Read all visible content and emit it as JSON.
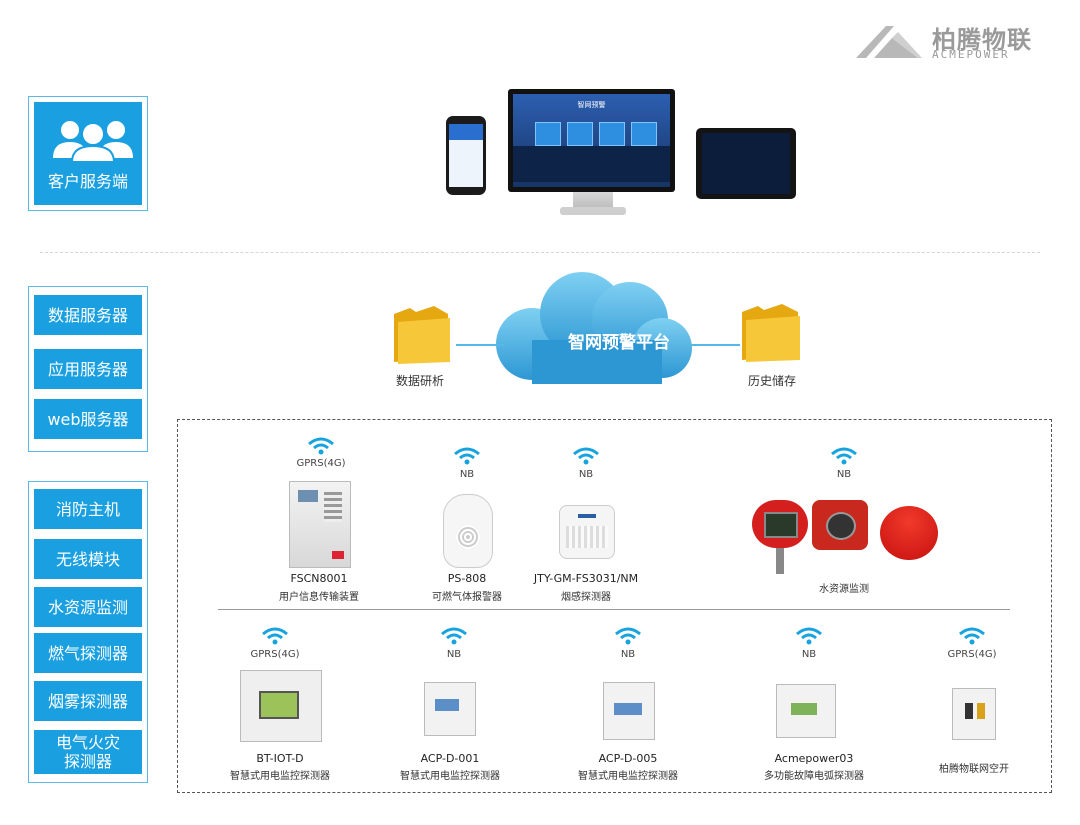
{
  "logo": {
    "name": "柏腾物联",
    "sub": "ACMEPOWER"
  },
  "client": {
    "label": "客户服务端",
    "icon": "users-icon"
  },
  "devices_top": [
    "phone",
    "monitor",
    "tablet"
  ],
  "monitor_title": "智网预警",
  "servers": [
    "数据服务器",
    "应用服务器",
    "web服务器"
  ],
  "platform": {
    "name": "智网预警平台",
    "left_label": "数据研析",
    "right_label": "历史储存"
  },
  "categories": [
    "消防主机",
    "无线模块",
    "水资源监测",
    "燃气探测器",
    "烟雾探测器",
    "电气火灾\n探测器"
  ],
  "row1": [
    {
      "net": "GPRS(4G)",
      "model": "FSCN8001",
      "desc": "用户信息传输装置"
    },
    {
      "net": "NB",
      "model": "PS-808",
      "desc": "可燃气体报警器"
    },
    {
      "net": "NB",
      "model": "JTY-GM-FS3031/NM",
      "desc": "烟感探测器"
    },
    {
      "net": "NB",
      "model": "",
      "desc": "水资源监测"
    }
  ],
  "row2": [
    {
      "net": "GPRS(4G)",
      "model": "BT-IOT-D",
      "desc": "智慧式用电监控探测器"
    },
    {
      "net": "NB",
      "model": "ACP-D-001",
      "desc": "智慧式用电监控探测器"
    },
    {
      "net": "NB",
      "model": "ACP-D-005",
      "desc": "智慧式用电监控探测器"
    },
    {
      "net": "NB",
      "model": "Acmepower03",
      "desc": "多功能故障电弧探测器"
    },
    {
      "net": "GPRS(4G)",
      "model": "",
      "desc": "柏腾物联网空开"
    }
  ],
  "colors": {
    "primary": "#1aa0e0",
    "panel_border": "#5bb7e6",
    "cloud": "#3fa9de",
    "folder": "#f5c02a",
    "wifi": "#17a3e0"
  }
}
